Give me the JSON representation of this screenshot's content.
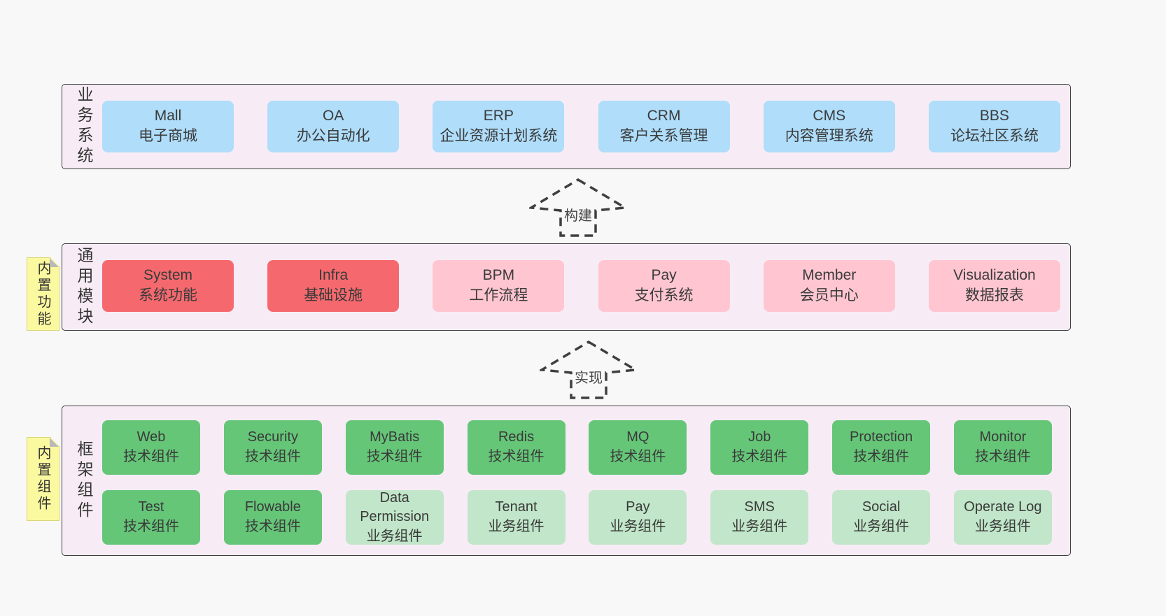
{
  "colors": {
    "page_bg": "#f8f8f8",
    "panel_bg": "#f7ecf5",
    "panel_border": "#3d3d3d",
    "blue_box": "#afddfa",
    "red_box": "#f5696e",
    "pink_box": "#ffc6d1",
    "green_box": "#65c678",
    "light_green_box": "#c1e6c9",
    "sticky_yellow": "#fbf9a0",
    "text": "#3a3a3a"
  },
  "arrows": {
    "build": "构建",
    "implement": "实现"
  },
  "rows": {
    "business": {
      "label": "业务系统",
      "boxes": [
        {
          "en": "Mall",
          "zh": "电子商城"
        },
        {
          "en": "OA",
          "zh": "办公自动化"
        },
        {
          "en": "ERP",
          "zh": "企业资源计划系统"
        },
        {
          "en": "CRM",
          "zh": "客户关系管理"
        },
        {
          "en": "CMS",
          "zh": "内容管理系统"
        },
        {
          "en": "BBS",
          "zh": "论坛社区系统"
        }
      ]
    },
    "modules": {
      "label": "通用模块",
      "sticky": "内置功能",
      "boxes": [
        {
          "en": "System",
          "zh": "系统功能"
        },
        {
          "en": "Infra",
          "zh": "基础设施"
        },
        {
          "en": "BPM",
          "zh": "工作流程"
        },
        {
          "en": "Pay",
          "zh": "支付系统"
        },
        {
          "en": "Member",
          "zh": "会员中心"
        },
        {
          "en": "Visualization",
          "zh": "数据报表"
        }
      ]
    },
    "components": {
      "label": "框架组件",
      "sticky": "内置组件",
      "row1": [
        {
          "en": "Web",
          "zh": "技术组件"
        },
        {
          "en": "Security",
          "zh": "技术组件"
        },
        {
          "en": "MyBatis",
          "zh": "技术组件"
        },
        {
          "en": "Redis",
          "zh": "技术组件"
        },
        {
          "en": "MQ",
          "zh": "技术组件"
        },
        {
          "en": "Job",
          "zh": "技术组件"
        },
        {
          "en": "Protection",
          "zh": "技术组件"
        },
        {
          "en": "Monitor",
          "zh": "技术组件"
        }
      ],
      "row2": [
        {
          "en": "Test",
          "zh": "技术组件"
        },
        {
          "en": "Flowable",
          "zh": "技术组件"
        },
        {
          "en": "Data Permission",
          "zh": "业务组件"
        },
        {
          "en": "Tenant",
          "zh": "业务组件"
        },
        {
          "en": "Pay",
          "zh": "业务组件"
        },
        {
          "en": "SMS",
          "zh": "业务组件"
        },
        {
          "en": "Social",
          "zh": "业务组件"
        },
        {
          "en": "Operate Log",
          "zh": "业务组件"
        }
      ]
    }
  }
}
